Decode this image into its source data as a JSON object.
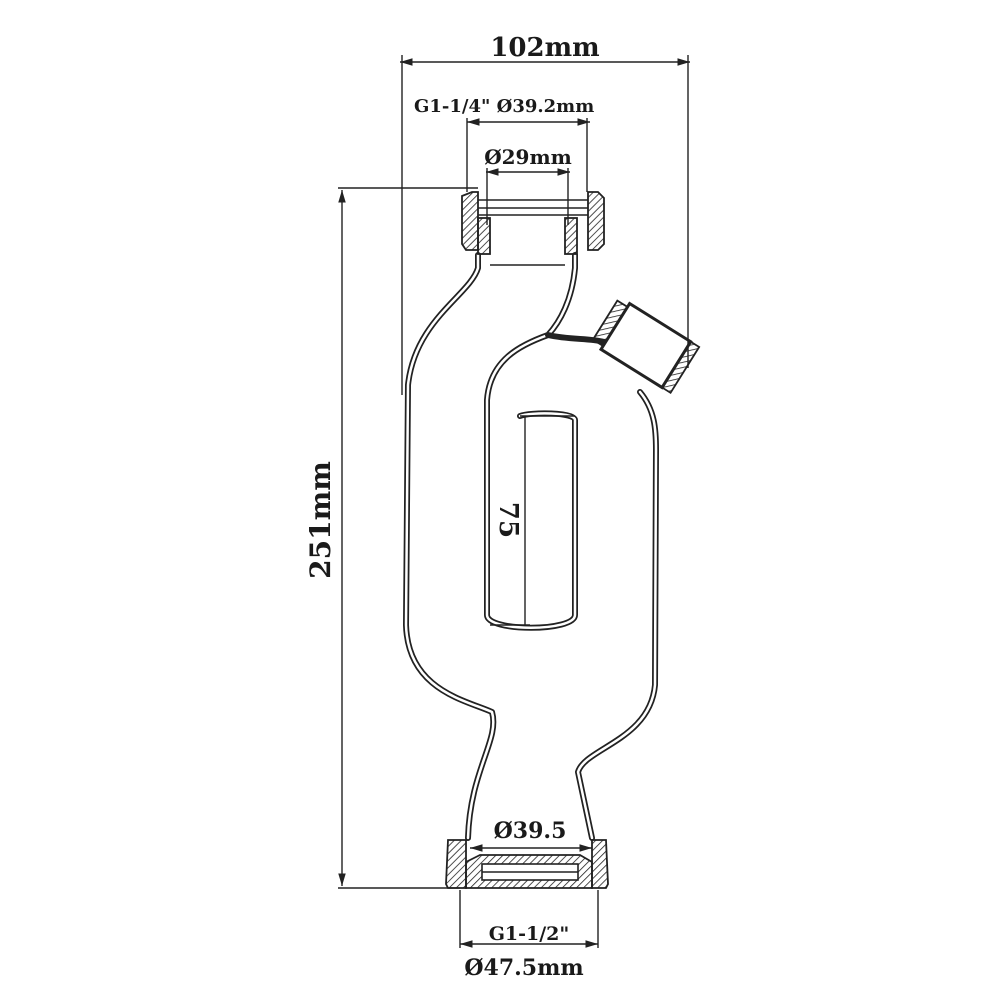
{
  "dimensions": {
    "overall_width": "102mm",
    "top_thread": "G1-1/4\" Ø39.2mm",
    "top_inner_diameter": "Ø29mm",
    "overall_height": "251mm",
    "seal_depth": "75",
    "bottom_inner_diameter": "Ø39.5",
    "bottom_thread": "G1-1/2\"",
    "bottom_outer_diameter": "Ø47.5mm"
  },
  "colors": {
    "line": "#222222",
    "background": "#ffffff"
  }
}
